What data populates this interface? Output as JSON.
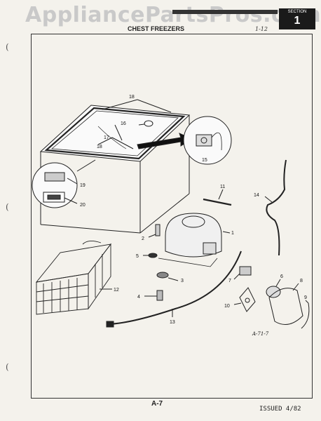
{
  "watermark": "AppliancePartsPros.com",
  "header": {
    "section_label": "SECTION",
    "section_number": "1",
    "title": "CHEST FREEZERS",
    "handnote": "1-12"
  },
  "callouts": {
    "c1": "1",
    "c2": "2",
    "c3": "3",
    "c4": "4",
    "c5": "5",
    "c6": "6",
    "c7": "7",
    "c8": "8",
    "c9": "9",
    "c10": "10",
    "c11": "11",
    "c12": "12",
    "c13": "13",
    "c14": "14",
    "c15": "15",
    "c16": "16",
    "c17": "17",
    "c18a": "18",
    "c18b": "18",
    "c19": "19",
    "c20": "20"
  },
  "figure_code": "A-71-7",
  "footer": {
    "page_number": "A-7",
    "issued": "ISSUED 4/82"
  }
}
